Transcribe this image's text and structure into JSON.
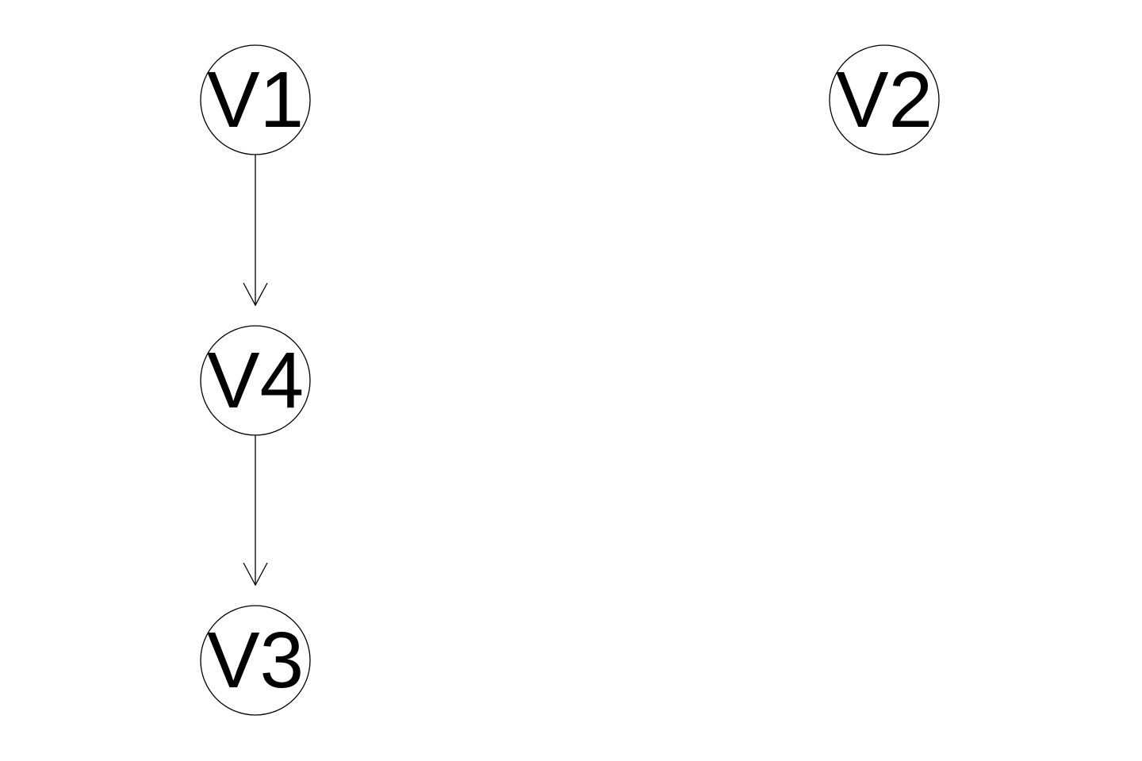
{
  "diagram": {
    "nodes": [
      {
        "id": "V1",
        "label": "V1"
      },
      {
        "id": "V2",
        "label": "V2"
      },
      {
        "id": "V4",
        "label": "V4"
      },
      {
        "id": "V3",
        "label": "V3"
      }
    ],
    "edges": [
      {
        "from": "V1",
        "to": "V4"
      },
      {
        "from": "V4",
        "to": "V3"
      }
    ],
    "colors": {
      "stroke": "#000000",
      "background": "#ffffff"
    }
  }
}
